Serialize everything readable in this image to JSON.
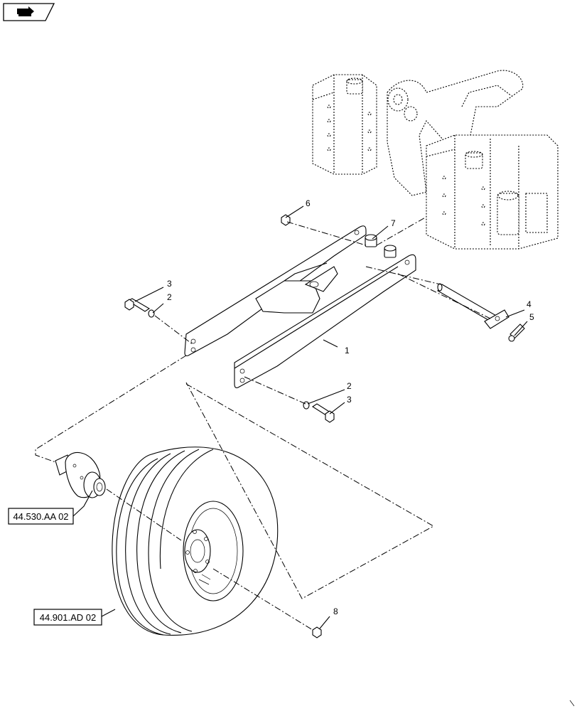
{
  "nav_icon": "next-page-icon",
  "callouts": {
    "c1": "1",
    "c2a": "2",
    "c2b": "2",
    "c3a": "3",
    "c3b": "3",
    "c4": "4",
    "c5": "5",
    "c6": "6",
    "c7": "7",
    "c8": "8"
  },
  "references": {
    "hub": "44.530.AA 02",
    "wheel": "44.901.AD 02"
  }
}
